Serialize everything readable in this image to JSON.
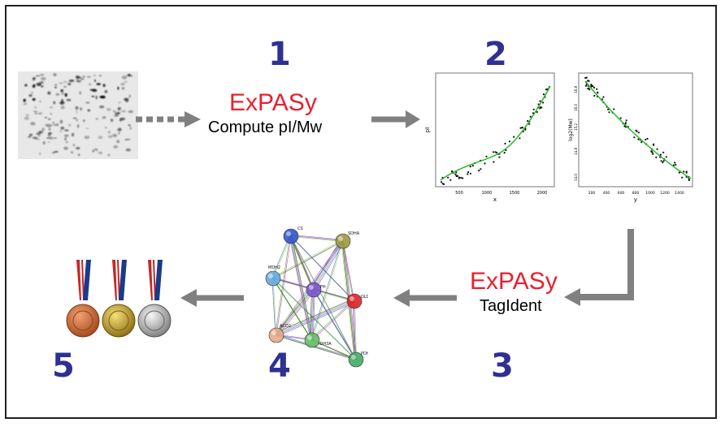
{
  "steps": [
    {
      "num": "1"
    },
    {
      "num": "2"
    },
    {
      "num": "3"
    },
    {
      "num": "4"
    },
    {
      "num": "5"
    }
  ],
  "tools": {
    "compute": {
      "brand": "ExPASy",
      "name": "Compute pI/Mw"
    },
    "tagident": {
      "brand": "ExPASy",
      "name": "TagIdent"
    }
  },
  "plots": {
    "pi": {
      "ylabel": "pI",
      "xlabel": "x",
      "xticks": [
        "500",
        "1000",
        "1500",
        "2000"
      ]
    },
    "mw": {
      "ylabel": "log2(Mw)",
      "xlabel": "y",
      "xticks": [
        "200",
        "400",
        "600",
        "800",
        "1000",
        "1200",
        "1400"
      ],
      "yticks": [
        "16.8",
        "16.0",
        "15.2",
        "14.8",
        "14.0"
      ]
    }
  },
  "network": {
    "nodes": [
      "CS",
      "SDHA",
      "MDH2",
      "FH",
      "DLD",
      "ACO2",
      "IDH3A",
      "PDHB"
    ]
  },
  "colors": {
    "step_number": "#2e3192",
    "expasy_red": "#e8202f",
    "arrow_gray": "#808080",
    "fit_line": "#22bb22"
  }
}
